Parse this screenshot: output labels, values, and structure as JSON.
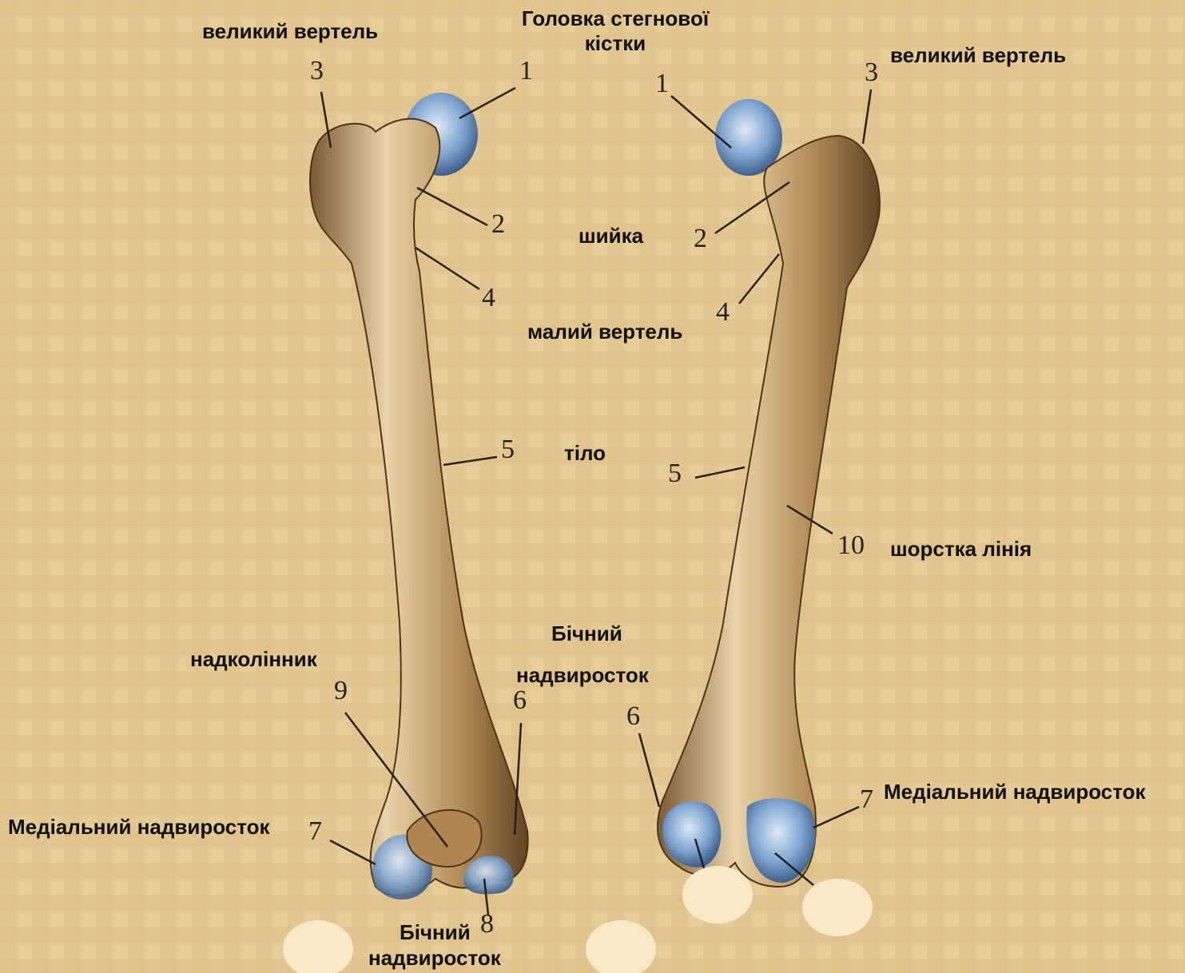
{
  "left_view": {
    "labels": {
      "greater_trochanter": "великий вертель",
      "head": "Головка стегнової кістки",
      "neck": "шийка",
      "lesser_trochanter": "малий вертель",
      "body": "тіло",
      "patella_surface": "надколінник",
      "lateral_epicondyle": "Бічний надвиросток",
      "medial_condyle": "Медіальний надвиросток",
      "lateral_condyle": "Бічний надвиросток"
    },
    "numbers": [
      "1",
      "2",
      "3",
      "4",
      "5",
      "6",
      "7",
      "8",
      "9"
    ]
  },
  "right_view": {
    "labels": {
      "greater_trochanter": "великий вертель",
      "linea_aspera": "шорстка лінія",
      "medial_condyle": "Медіальний надвиросток"
    },
    "numbers": [
      "1",
      "2",
      "3",
      "4",
      "5",
      "6",
      "7",
      "10"
    ]
  },
  "head_text": {
    "line1": "Головка стегнової",
    "line2": "кістки"
  },
  "lateral_text": {
    "line1": "Бічний",
    "line2": "надвиросток"
  },
  "colors": {
    "background": "#e2c68f",
    "bone": "#c9a56a",
    "cartilage": "#8fb4d9",
    "tab": "#3b7cc4"
  }
}
